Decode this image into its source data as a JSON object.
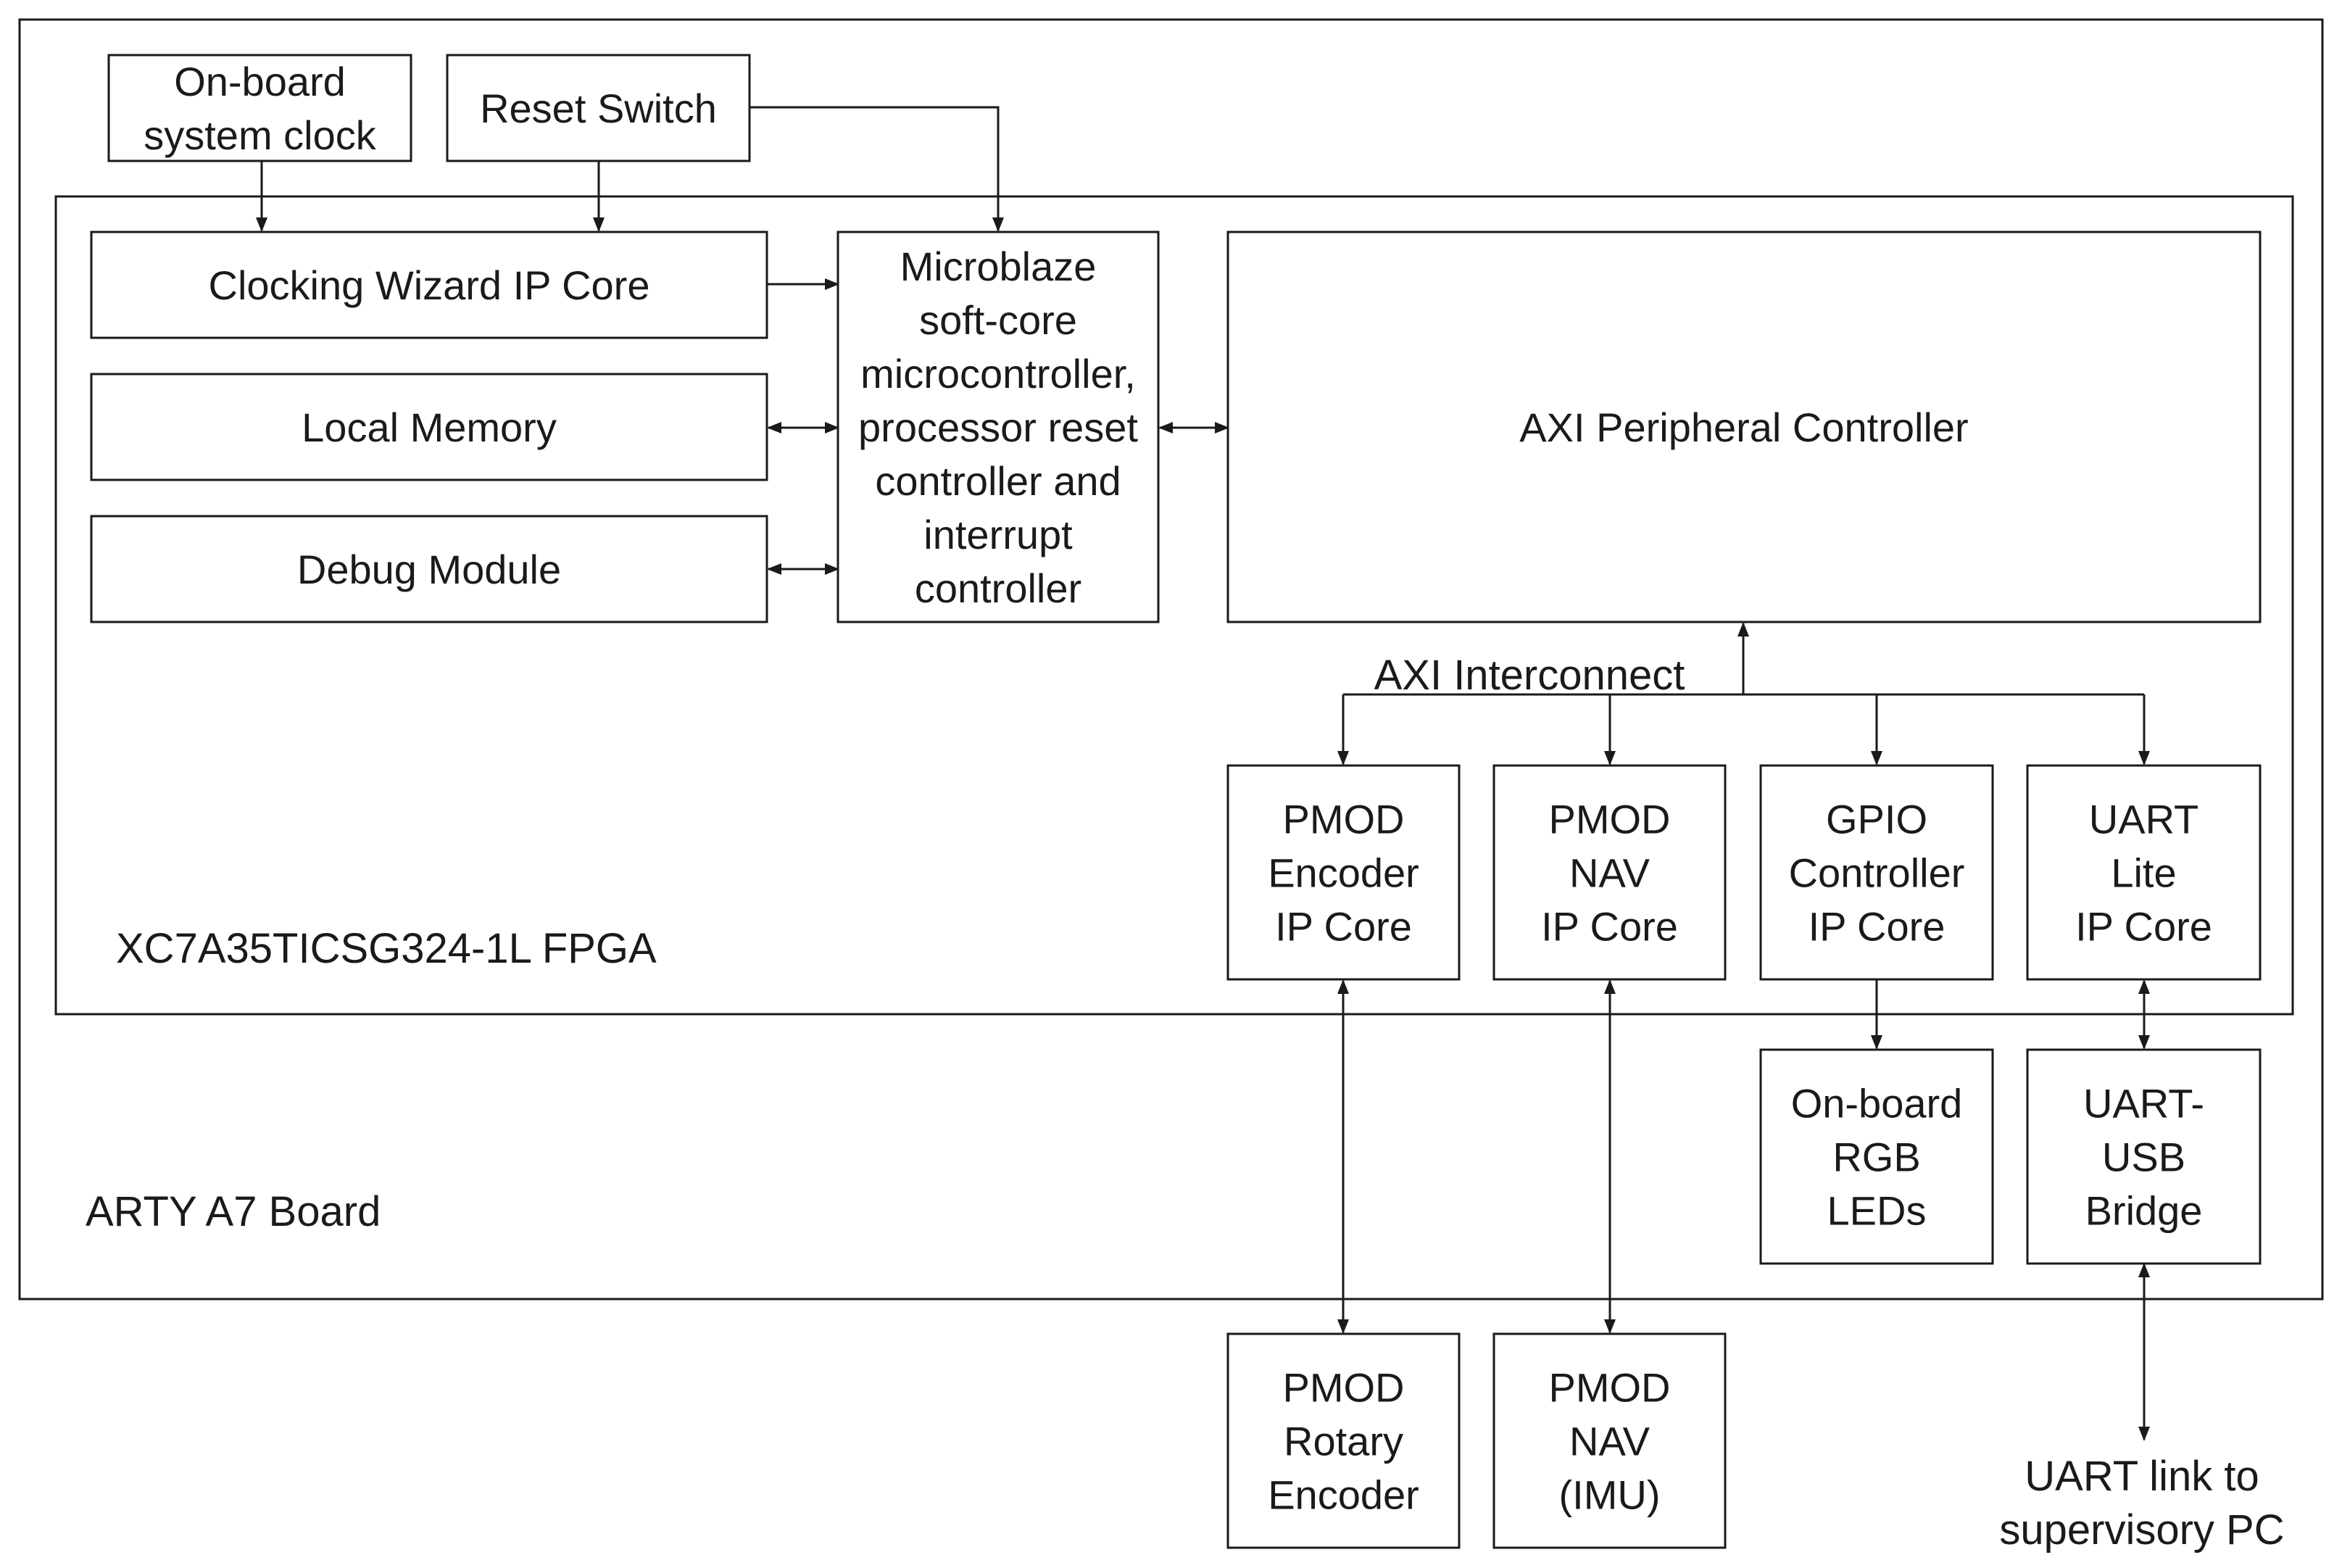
{
  "containers": {
    "board": "ARTY A7 Board",
    "fpga": "XC7A35TICSG324-1L FPGA"
  },
  "blocks": {
    "clock": [
      "On-board",
      "system clock"
    ],
    "reset": [
      "Reset Switch"
    ],
    "clocking_wizard": [
      "Clocking Wizard IP Core"
    ],
    "local_memory": [
      "Local Memory"
    ],
    "debug_module": [
      "Debug Module"
    ],
    "microblaze": [
      "Microblaze",
      "soft-core",
      "microcontroller,",
      "processor reset",
      "controller and",
      "interrupt",
      "controller"
    ],
    "axi_controller": [
      "AXI Peripheral Controller"
    ],
    "pmod_encoder_ip": [
      "PMOD",
      "Encoder",
      "IP Core"
    ],
    "pmod_nav_ip": [
      "PMOD",
      "NAV",
      "IP Core"
    ],
    "gpio_ip": [
      "GPIO",
      "Controller",
      "IP Core"
    ],
    "uart_ip": [
      "UART",
      "Lite",
      "IP Core"
    ],
    "rgb_leds": [
      "On-board",
      "RGB",
      "LEDs"
    ],
    "uart_bridge": [
      "UART-",
      "USB",
      "Bridge"
    ],
    "rotary_encoder": [
      "PMOD",
      "Rotary",
      "Encoder"
    ],
    "pmod_nav_imu": [
      "PMOD",
      "NAV",
      "(IMU)"
    ]
  },
  "labels": {
    "axi_interconnect": "AXI Interconnect",
    "uart_link": [
      "UART link to",
      "supervisory PC"
    ]
  },
  "colors": {
    "line": "#1a1a1a",
    "fill": "#ffffff"
  }
}
